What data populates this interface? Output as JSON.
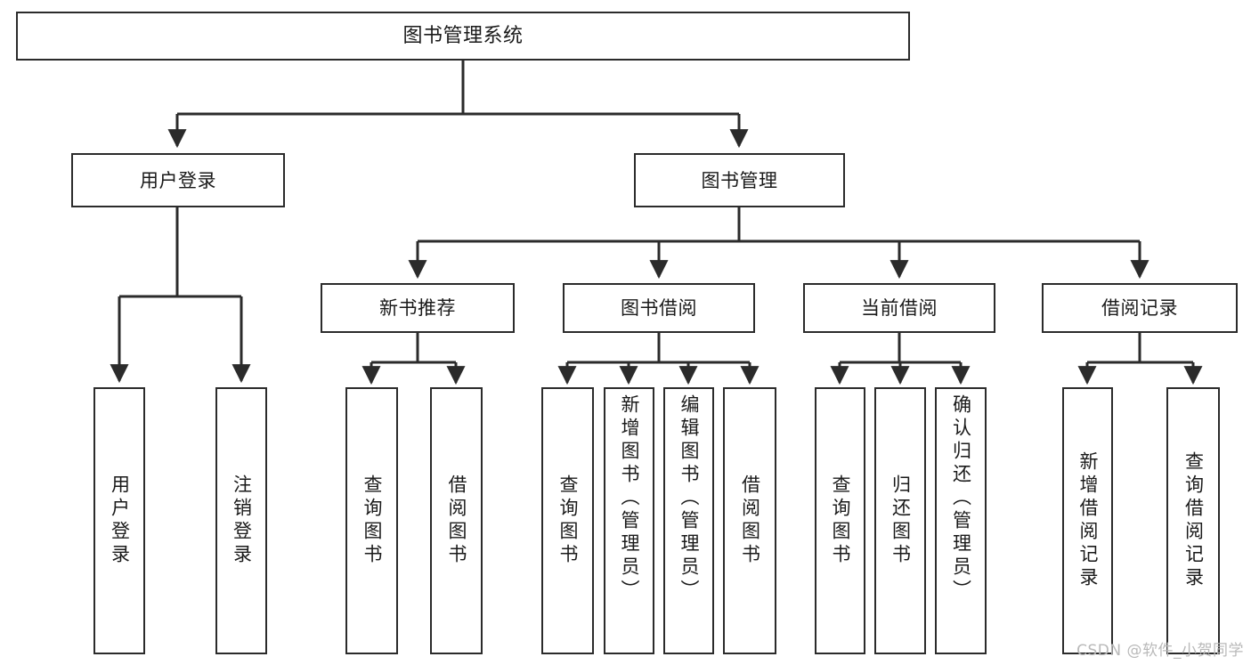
{
  "diagram": {
    "title": "图书管理系统",
    "type": "tree",
    "colors": {
      "stroke": "#2b2b2b",
      "fill": "#ffffff",
      "text": "#1a1a1a",
      "watermark": "#b9b9b9"
    },
    "root": {
      "label": "图书管理系统"
    },
    "level2": [
      {
        "label": "用户登录"
      },
      {
        "label": "图书管理"
      }
    ],
    "level3": [
      {
        "label": "新书推荐"
      },
      {
        "label": "图书借阅"
      },
      {
        "label": "当前借阅"
      },
      {
        "label": "借阅记录"
      }
    ],
    "leaves": {
      "user_login": [
        {
          "label": "用户登录"
        },
        {
          "label": "注销登录"
        }
      ],
      "new_book_recommend": [
        {
          "label": "查询图书"
        },
        {
          "label": "借阅图书"
        }
      ],
      "book_borrow": [
        {
          "label": "查询图书"
        },
        {
          "label": "新增图书（管理员）"
        },
        {
          "label": "编辑图书（管理员）"
        },
        {
          "label": "借阅图书"
        }
      ],
      "current_borrow": [
        {
          "label": "查询图书"
        },
        {
          "label": "归还图书"
        },
        {
          "label": "确认归还（管理员）"
        }
      ],
      "borrow_record": [
        {
          "label": "新增借阅记录"
        },
        {
          "label": "查询借阅记录"
        }
      ]
    }
  },
  "watermark": {
    "text": "CSDN @软件_小贺同学"
  }
}
